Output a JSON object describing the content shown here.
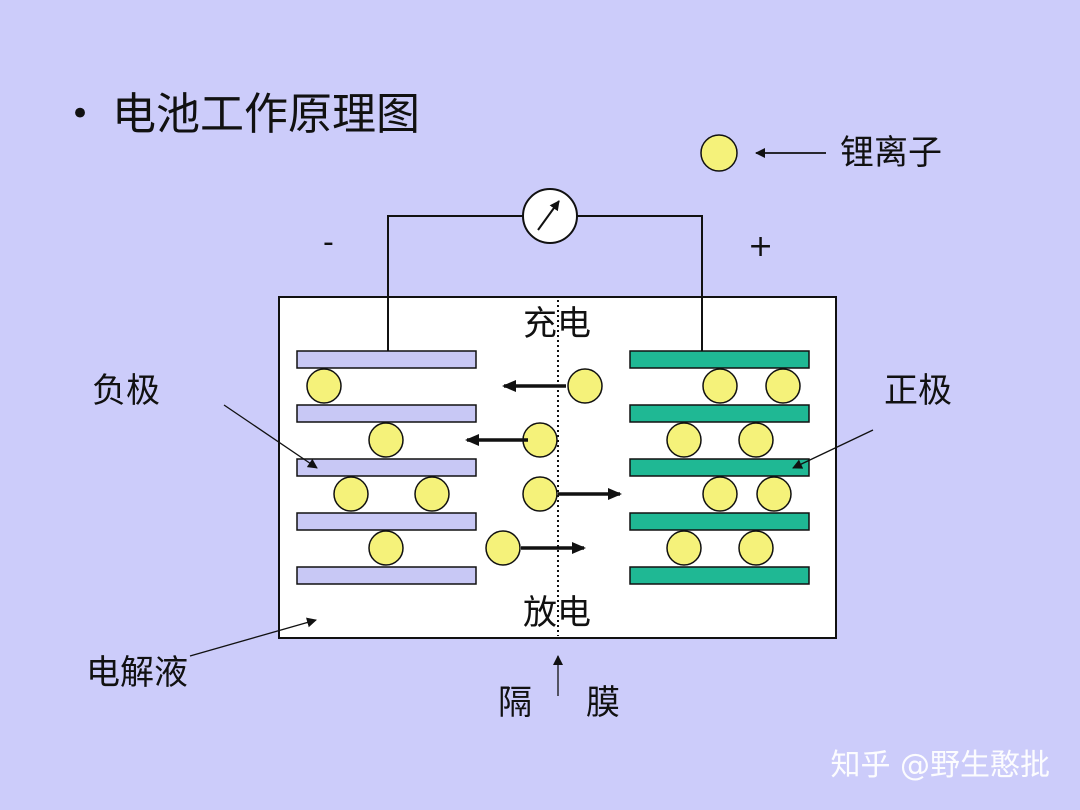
{
  "title": "电池工作原理图",
  "bullet": "•",
  "legend": {
    "label": "锂离子"
  },
  "labels": {
    "negative_electrode": "负极",
    "positive_electrode": "正极",
    "electrolyte": "电解液",
    "charge": "充电",
    "discharge": "放电",
    "separator_left": "隔",
    "separator_right": "膜",
    "minus_sign": "-",
    "plus_sign": "+"
  },
  "icons": {
    "meter": "galvanometer-icon",
    "ion": "lithium-ion-circle"
  },
  "watermark": "知乎 @野生憨批",
  "colors": {
    "background": "#ccccfa",
    "cell_fill": "#ffffff",
    "negative_plate": "#c8c8f5",
    "positive_plate": "#1fb894",
    "ion": "#f5f27a",
    "stroke": "#111111"
  }
}
